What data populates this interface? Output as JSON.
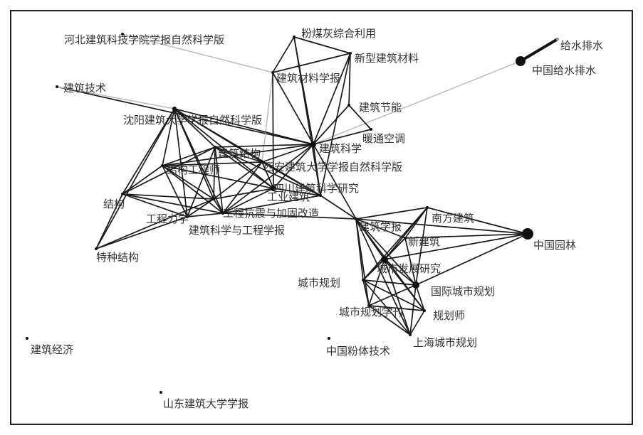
{
  "nodes": [
    {
      "id": "hebei",
      "label": "河北建筑科技学院学报自然科学版"
    },
    {
      "id": "fenmeihui",
      "label": "粉煤灰综合利用"
    },
    {
      "id": "xinxing",
      "label": "新型建筑材料"
    },
    {
      "id": "gsps",
      "label": "给水排水"
    },
    {
      "id": "zggsps",
      "label": "中国给水排水"
    },
    {
      "id": "jzcl",
      "label": "建筑材料学报"
    },
    {
      "id": "jzjs",
      "label": "建筑技术"
    },
    {
      "id": "jzjn",
      "label": "建筑节能"
    },
    {
      "id": "shenyang",
      "label": "沈阳建筑大学学报自然科学版"
    },
    {
      "id": "ntkt",
      "label": "暖通空调"
    },
    {
      "id": "jzjg",
      "label": "建筑结构"
    },
    {
      "id": "jzkx",
      "label": "建筑科学"
    },
    {
      "id": "jgjs",
      "label": "结构工程师"
    },
    {
      "id": "xian",
      "label": "西安建筑大学学报自然科学版"
    },
    {
      "id": "sichuan",
      "label": "四川建筑科学研究"
    },
    {
      "id": "gyjz",
      "label": "工业建筑"
    },
    {
      "id": "gckz",
      "label": "工程抗震与加固改造"
    },
    {
      "id": "jiegou",
      "label": "结构"
    },
    {
      "id": "gongcheng",
      "label": "工程力学"
    },
    {
      "id": "jzkxgc",
      "label": "建筑科学与工程学报"
    },
    {
      "id": "nanfang",
      "label": "南方建筑"
    },
    {
      "id": "jzxb",
      "label": "建筑学报"
    },
    {
      "id": "zgyl",
      "label": "中国园林"
    },
    {
      "id": "xinjz",
      "label": "新建筑"
    },
    {
      "id": "tzjg",
      "label": "特种结构"
    },
    {
      "id": "cxyj",
      "label": "城市发展研究"
    },
    {
      "id": "csgh",
      "label": "城市规划"
    },
    {
      "id": "gjcs",
      "label": "国际城市规划"
    },
    {
      "id": "csxk",
      "label": "城市规划学刊"
    },
    {
      "id": "ghs",
      "label": "规划师"
    },
    {
      "id": "jzjj",
      "label": "建筑经济"
    },
    {
      "id": "zgfj",
      "label": "中国粉体技术"
    },
    {
      "id": "shcs",
      "label": "上海城市规划"
    },
    {
      "id": "shandong",
      "label": "山东建筑大学学报"
    }
  ],
  "edges": [
    [
      "gsps",
      "zggsps"
    ],
    [
      "zggsps",
      "jzkx"
    ],
    [
      "jzjs",
      "jzkx"
    ],
    [
      "jzjs",
      "shenyang"
    ],
    [
      "hebei",
      "jzcl"
    ],
    [
      "fenmeihui",
      "xinxing"
    ],
    [
      "fenmeihui",
      "jzcl"
    ],
    [
      "fenmeihui",
      "jzkx"
    ],
    [
      "fenmeihui",
      "gyjz"
    ],
    [
      "xinxing",
      "jzcl"
    ],
    [
      "xinxing",
      "jzkx"
    ],
    [
      "xinxing",
      "gyjz"
    ],
    [
      "xinxing",
      "jzjn"
    ],
    [
      "jzcl",
      "jzkx"
    ],
    [
      "jzcl",
      "xian"
    ],
    [
      "jzcl",
      "sichuan"
    ],
    [
      "jzjn",
      "jzkx"
    ],
    [
      "jzjn",
      "ntkt"
    ],
    [
      "jzkx",
      "ntkt"
    ],
    [
      "jzkx",
      "shenyang"
    ],
    [
      "jzkx",
      "jzjg"
    ],
    [
      "jzkx",
      "xian"
    ],
    [
      "jzkx",
      "sichuan"
    ],
    [
      "jzkx",
      "gyjz"
    ],
    [
      "jzkx",
      "jgjs"
    ],
    [
      "jzkx",
      "gckz"
    ],
    [
      "jzkx",
      "jzxb"
    ],
    [
      "shenyang",
      "jzjg"
    ],
    [
      "shenyang",
      "jgjs"
    ],
    [
      "shenyang",
      "xian"
    ],
    [
      "shenyang",
      "sichuan"
    ],
    [
      "shenyang",
      "gyjz"
    ],
    [
      "shenyang",
      "gckz"
    ],
    [
      "shenyang",
      "jiegou"
    ],
    [
      "shenyang",
      "gongcheng"
    ],
    [
      "shenyang",
      "jzkxgc"
    ],
    [
      "shenyang",
      "tzjg"
    ],
    [
      "jzjg",
      "jgjs"
    ],
    [
      "jzjg",
      "xian"
    ],
    [
      "jzjg",
      "sichuan"
    ],
    [
      "jzjg",
      "gyjz"
    ],
    [
      "jzjg",
      "gckz"
    ],
    [
      "jzjg",
      "jiegou"
    ],
    [
      "jzjg",
      "gongcheng"
    ],
    [
      "jzjg",
      "jzkxgc"
    ],
    [
      "jgjs",
      "xian"
    ],
    [
      "jgjs",
      "sichuan"
    ],
    [
      "jgjs",
      "gckz"
    ],
    [
      "jgjs",
      "jiegou"
    ],
    [
      "jgjs",
      "gongcheng"
    ],
    [
      "jgjs",
      "jzkxgc"
    ],
    [
      "xian",
      "sichuan"
    ],
    [
      "xian",
      "gyjz"
    ],
    [
      "xian",
      "gckz"
    ],
    [
      "xian",
      "jzkxgc"
    ],
    [
      "sichuan",
      "gyjz"
    ],
    [
      "sichuan",
      "gckz"
    ],
    [
      "sichuan",
      "jzkxgc"
    ],
    [
      "gyjz",
      "gckz"
    ],
    [
      "gyjz",
      "jzxb"
    ],
    [
      "gckz",
      "jiegou"
    ],
    [
      "gckz",
      "gongcheng"
    ],
    [
      "gckz",
      "jzkxgc"
    ],
    [
      "gckz",
      "jzxb"
    ],
    [
      "jiegou",
      "gongcheng"
    ],
    [
      "jiegou",
      "jzkxgc"
    ],
    [
      "jiegou",
      "tzjg"
    ],
    [
      "gongcheng",
      "jzkxgc"
    ],
    [
      "gongcheng",
      "tzjg"
    ],
    [
      "jzkxgc",
      "tzjg"
    ],
    [
      "jzxb",
      "nanfang"
    ],
    [
      "jzxb",
      "zgyl"
    ],
    [
      "jzxb",
      "xinjz"
    ],
    [
      "jzxb",
      "cxyj"
    ],
    [
      "jzxb",
      "csgh"
    ],
    [
      "jzxb",
      "gjcs"
    ],
    [
      "jzxb",
      "csxk"
    ],
    [
      "jzxb",
      "ghs"
    ],
    [
      "jzxb",
      "shcs"
    ],
    [
      "nanfang",
      "xinjz"
    ],
    [
      "nanfang",
      "zgyl"
    ],
    [
      "nanfang",
      "cxyj"
    ],
    [
      "nanfang",
      "gjcs"
    ],
    [
      "nanfang",
      "csgh"
    ],
    [
      "zgyl",
      "xinjz"
    ],
    [
      "zgyl",
      "cxyj"
    ],
    [
      "zgyl",
      "gjcs"
    ],
    [
      "xinjz",
      "cxyj"
    ],
    [
      "xinjz",
      "csgh"
    ],
    [
      "xinjz",
      "gjcs"
    ],
    [
      "cxyj",
      "csgh"
    ],
    [
      "cxyj",
      "gjcs"
    ],
    [
      "cxyj",
      "csxk"
    ],
    [
      "cxyj",
      "ghs"
    ],
    [
      "cxyj",
      "shcs"
    ],
    [
      "csgh",
      "gjcs"
    ],
    [
      "csgh",
      "csxk"
    ],
    [
      "csgh",
      "ghs"
    ],
    [
      "csgh",
      "shcs"
    ],
    [
      "gjcs",
      "csxk"
    ],
    [
      "gjcs",
      "ghs"
    ],
    [
      "gjcs",
      "shcs"
    ],
    [
      "csxk",
      "ghs"
    ],
    [
      "csxk",
      "shcs"
    ],
    [
      "ghs",
      "shcs"
    ]
  ]
}
